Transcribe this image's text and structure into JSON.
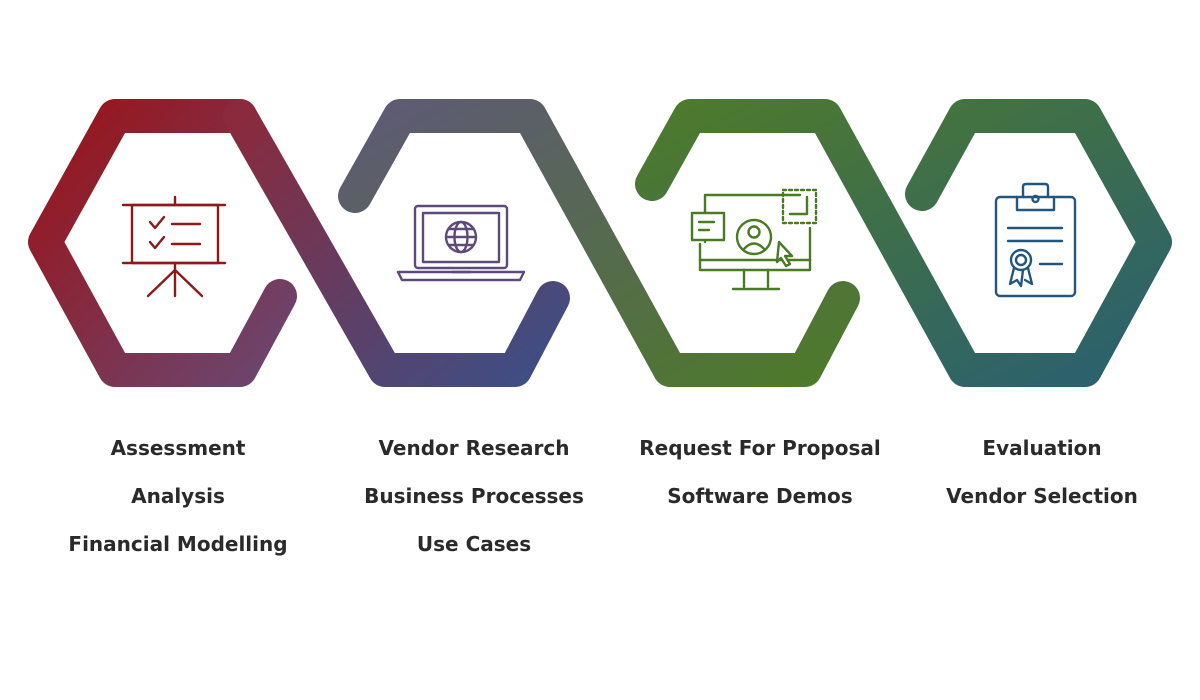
{
  "stages": [
    {
      "id": "assessment",
      "icon": "presentation-board-checklist-icon",
      "color": "#8b1a1a",
      "labels": [
        "Assessment",
        "Analysis",
        "Financial Modelling"
      ]
    },
    {
      "id": "research",
      "icon": "laptop-globe-icon",
      "color": "#5e4a7a",
      "labels": [
        "Vendor Research",
        "Business Processes",
        "Use Cases"
      ]
    },
    {
      "id": "proposal",
      "icon": "monitor-user-cursor-icon",
      "color": "#4a7a23",
      "labels": [
        "Request For Proposal",
        "Software Demos"
      ]
    },
    {
      "id": "selection",
      "icon": "clipboard-certificate-icon",
      "color": "#23567f",
      "labels": [
        "Evaluation",
        "Vendor Selection"
      ]
    }
  ],
  "gradient_colors": [
    "#981419",
    "#6a4876",
    "#5e4f7c",
    "#26577e",
    "#4c7a24",
    "#3f6f4a",
    "#22587f"
  ]
}
